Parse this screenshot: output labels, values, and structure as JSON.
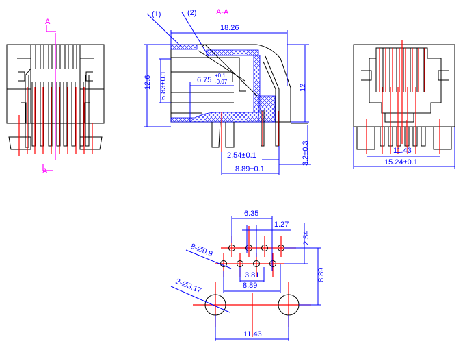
{
  "section": {
    "label": "A-A",
    "cut_marker_top": "A",
    "cut_marker_bottom": "A"
  },
  "callouts": {
    "part1": "(1)",
    "part2": "(2)"
  },
  "side_view": {
    "length": "18.26",
    "height_total": "12.6",
    "height_body": "12",
    "opening_height": "6.83±0.1",
    "opening_depth": "6.75",
    "opening_depth_tol_upper": "+0.1",
    "opening_depth_tol_lower": "-0.07",
    "pin_pitch": "2.54±0.1",
    "pin_span": "8.89±0.1",
    "pin_length": "3.2±0.3"
  },
  "rear_view": {
    "post_spacing": "11.43",
    "width": "15.24±0.1"
  },
  "footprint": {
    "dim_6_35": "6.35",
    "dim_1_27": "1.27",
    "dim_2_54": "2.54",
    "dim_8_89_v": "8.89",
    "dim_3_81": "3.81",
    "dim_8_89_h": "8.89",
    "dim_11_43": "11.43",
    "pin_holes": "8-Ø0.9",
    "post_holes": "2-Ø3.17"
  },
  "colors": {
    "outline": "#000000",
    "dimension": "#0000ff",
    "centerline": "#ff0000",
    "section": "#ff00ff"
  }
}
